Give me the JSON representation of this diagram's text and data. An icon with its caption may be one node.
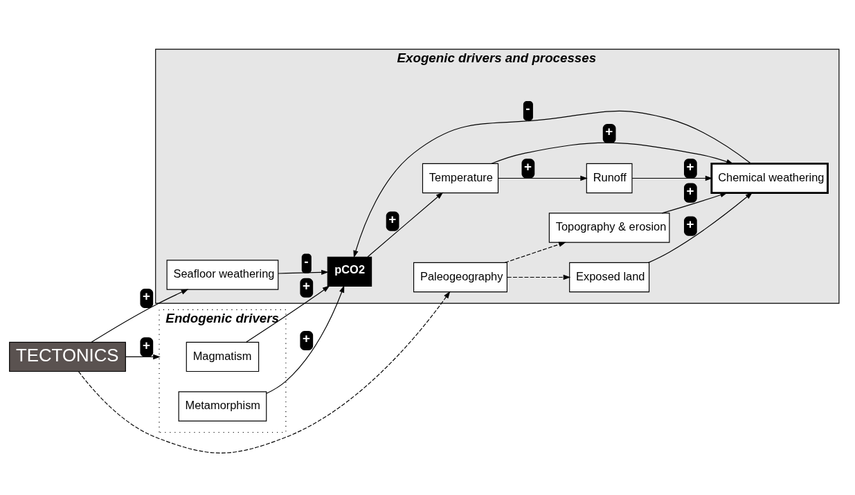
{
  "diagram": {
    "nodes": [
      {
        "text": [
          "Endogenic drivers"
        ]
      },
      {
        "text": [
          "Magmatism"
        ],
        "in": 0
      },
      {
        "text": [
          "Metamorphism"
        ],
        "in": 0
      },
      {
        "text": [
          "Exogenic drivers and processes"
        ]
      },
      {
        "text": [
          "pCO2"
        ],
        "in": 3
      },
      {
        "text": [
          "Temperature"
        ],
        "in": 3
      },
      {
        "text": [
          "Runoff"
        ],
        "in": 3
      },
      {
        "text": [
          "Seafloor weathering"
        ],
        "in": 3
      },
      {
        "text": [
          "Chemical weathering"
        ],
        "in": 3
      },
      {
        "text": [
          "TECTONICS"
        ]
      },
      {
        "text": [
          "Exposed land"
        ],
        "in": 3
      },
      {
        "text": [
          "Paleogeography"
        ],
        "in": 3
      },
      {
        "text": [
          "Topography & erosion"
        ],
        "in": 3
      }
    ],
    "edges": [
      {
        "from": 1,
        "to": 4,
        "arrow": "to",
        "label": "+"
      },
      {
        "from": 2,
        "to": 4,
        "arrow": "to",
        "label": "+"
      },
      {
        "from": 4,
        "to": 5,
        "arrow": "to",
        "label": "+"
      },
      {
        "from": 5,
        "to": 6,
        "arrow": "to",
        "label": "+"
      },
      {
        "from": 5,
        "to": 8,
        "arrow": "to",
        "label": "+"
      },
      {
        "from": 6,
        "to": 8,
        "arrow": "to",
        "label": "+"
      },
      {
        "from": 7,
        "to": 4,
        "arrow": "to",
        "label": "-"
      },
      {
        "from": 8,
        "to": 4,
        "arrow": "to",
        "label": "-"
      },
      {
        "from": 9,
        "to": 0,
        "arrow": "to",
        "label": "+"
      },
      {
        "from": 9,
        "to": 7,
        "arrow": "to",
        "label": "+"
      },
      {
        "from": 9,
        "to": 11,
        "arrow": "to",
        "style": "dashed"
      },
      {
        "from": 11,
        "to": 10,
        "arrow": "to",
        "style": "dashed"
      },
      {
        "from": 11,
        "to": 12,
        "arrow": "to",
        "style": "dashed"
      },
      {
        "from": 10,
        "to": 8,
        "arrow": "to",
        "label": "+"
      },
      {
        "from": 12,
        "to": 8,
        "arrow": "to",
        "label": "+"
      }
    ]
  }
}
